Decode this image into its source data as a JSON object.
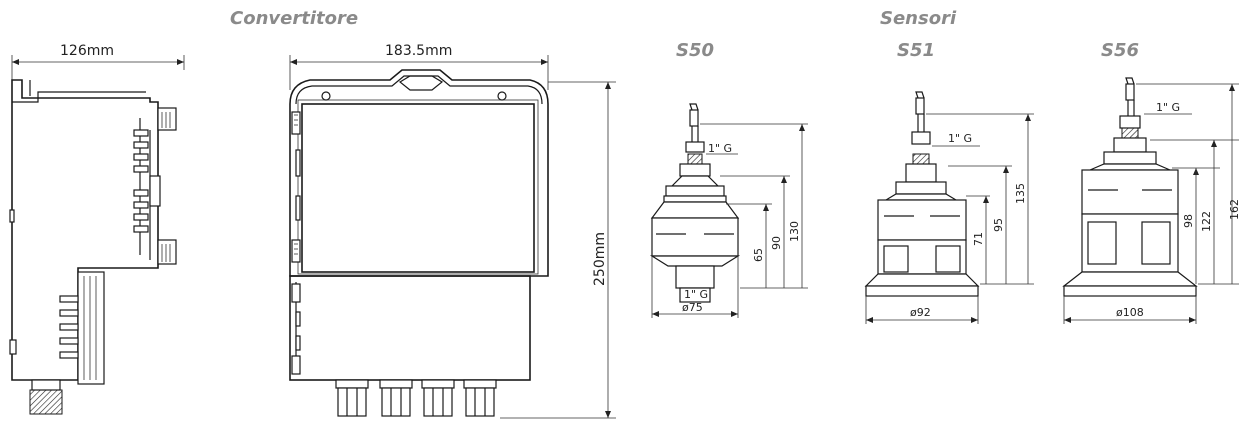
{
  "headings": {
    "converter": "Convertitore",
    "sensors": "Sensori",
    "s50": "S50",
    "s51": "S51",
    "s56": "S56"
  },
  "converter_dims": {
    "depth": "126mm",
    "width": "183.5mm",
    "height": "250mm"
  },
  "s50_dims": {
    "thread_top": "1\" G",
    "thread_bottom": "1\" G",
    "h130": "130",
    "h90": "90",
    "h65": "65",
    "diameter": "ø75"
  },
  "s51_dims": {
    "thread": "1\" G",
    "h135": "135",
    "h95": "95",
    "h71": "71",
    "diameter": "ø92"
  },
  "s56_dims": {
    "thread": "1\" G",
    "h162": "162",
    "h122": "122",
    "h98": "98",
    "diameter": "ø108"
  },
  "colors": {
    "heading": "#8a8a8a",
    "line": "#1a1a1a"
  }
}
